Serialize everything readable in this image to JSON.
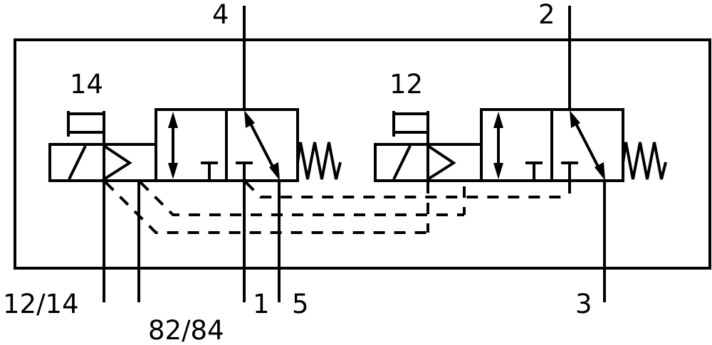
{
  "diagram": {
    "title": "5/2-way double pilot solenoid valve (2x 3/2 NC) pneumatic symbol",
    "line_color": "#000000",
    "background_color": "#ffffff",
    "ports": {
      "port_4": "4",
      "port_2": "2",
      "pilot_14": "14",
      "pilot_12": "12",
      "pilot_exhaust_12_14": "12/14",
      "pilot_exhaust_82_84": "82/84",
      "port_1": "1",
      "port_5": "5",
      "port_3": "3"
    },
    "valves": [
      {
        "name": "valve-left",
        "pilot_label": "14",
        "output_port": "4",
        "exhaust_port": "5",
        "actuator": "solenoid with pilot and manual override",
        "return": "spring"
      },
      {
        "name": "valve-right",
        "pilot_label": "12",
        "output_port": "2",
        "exhaust_port": "3",
        "actuator": "solenoid with pilot and manual override",
        "return": "spring"
      }
    ]
  }
}
